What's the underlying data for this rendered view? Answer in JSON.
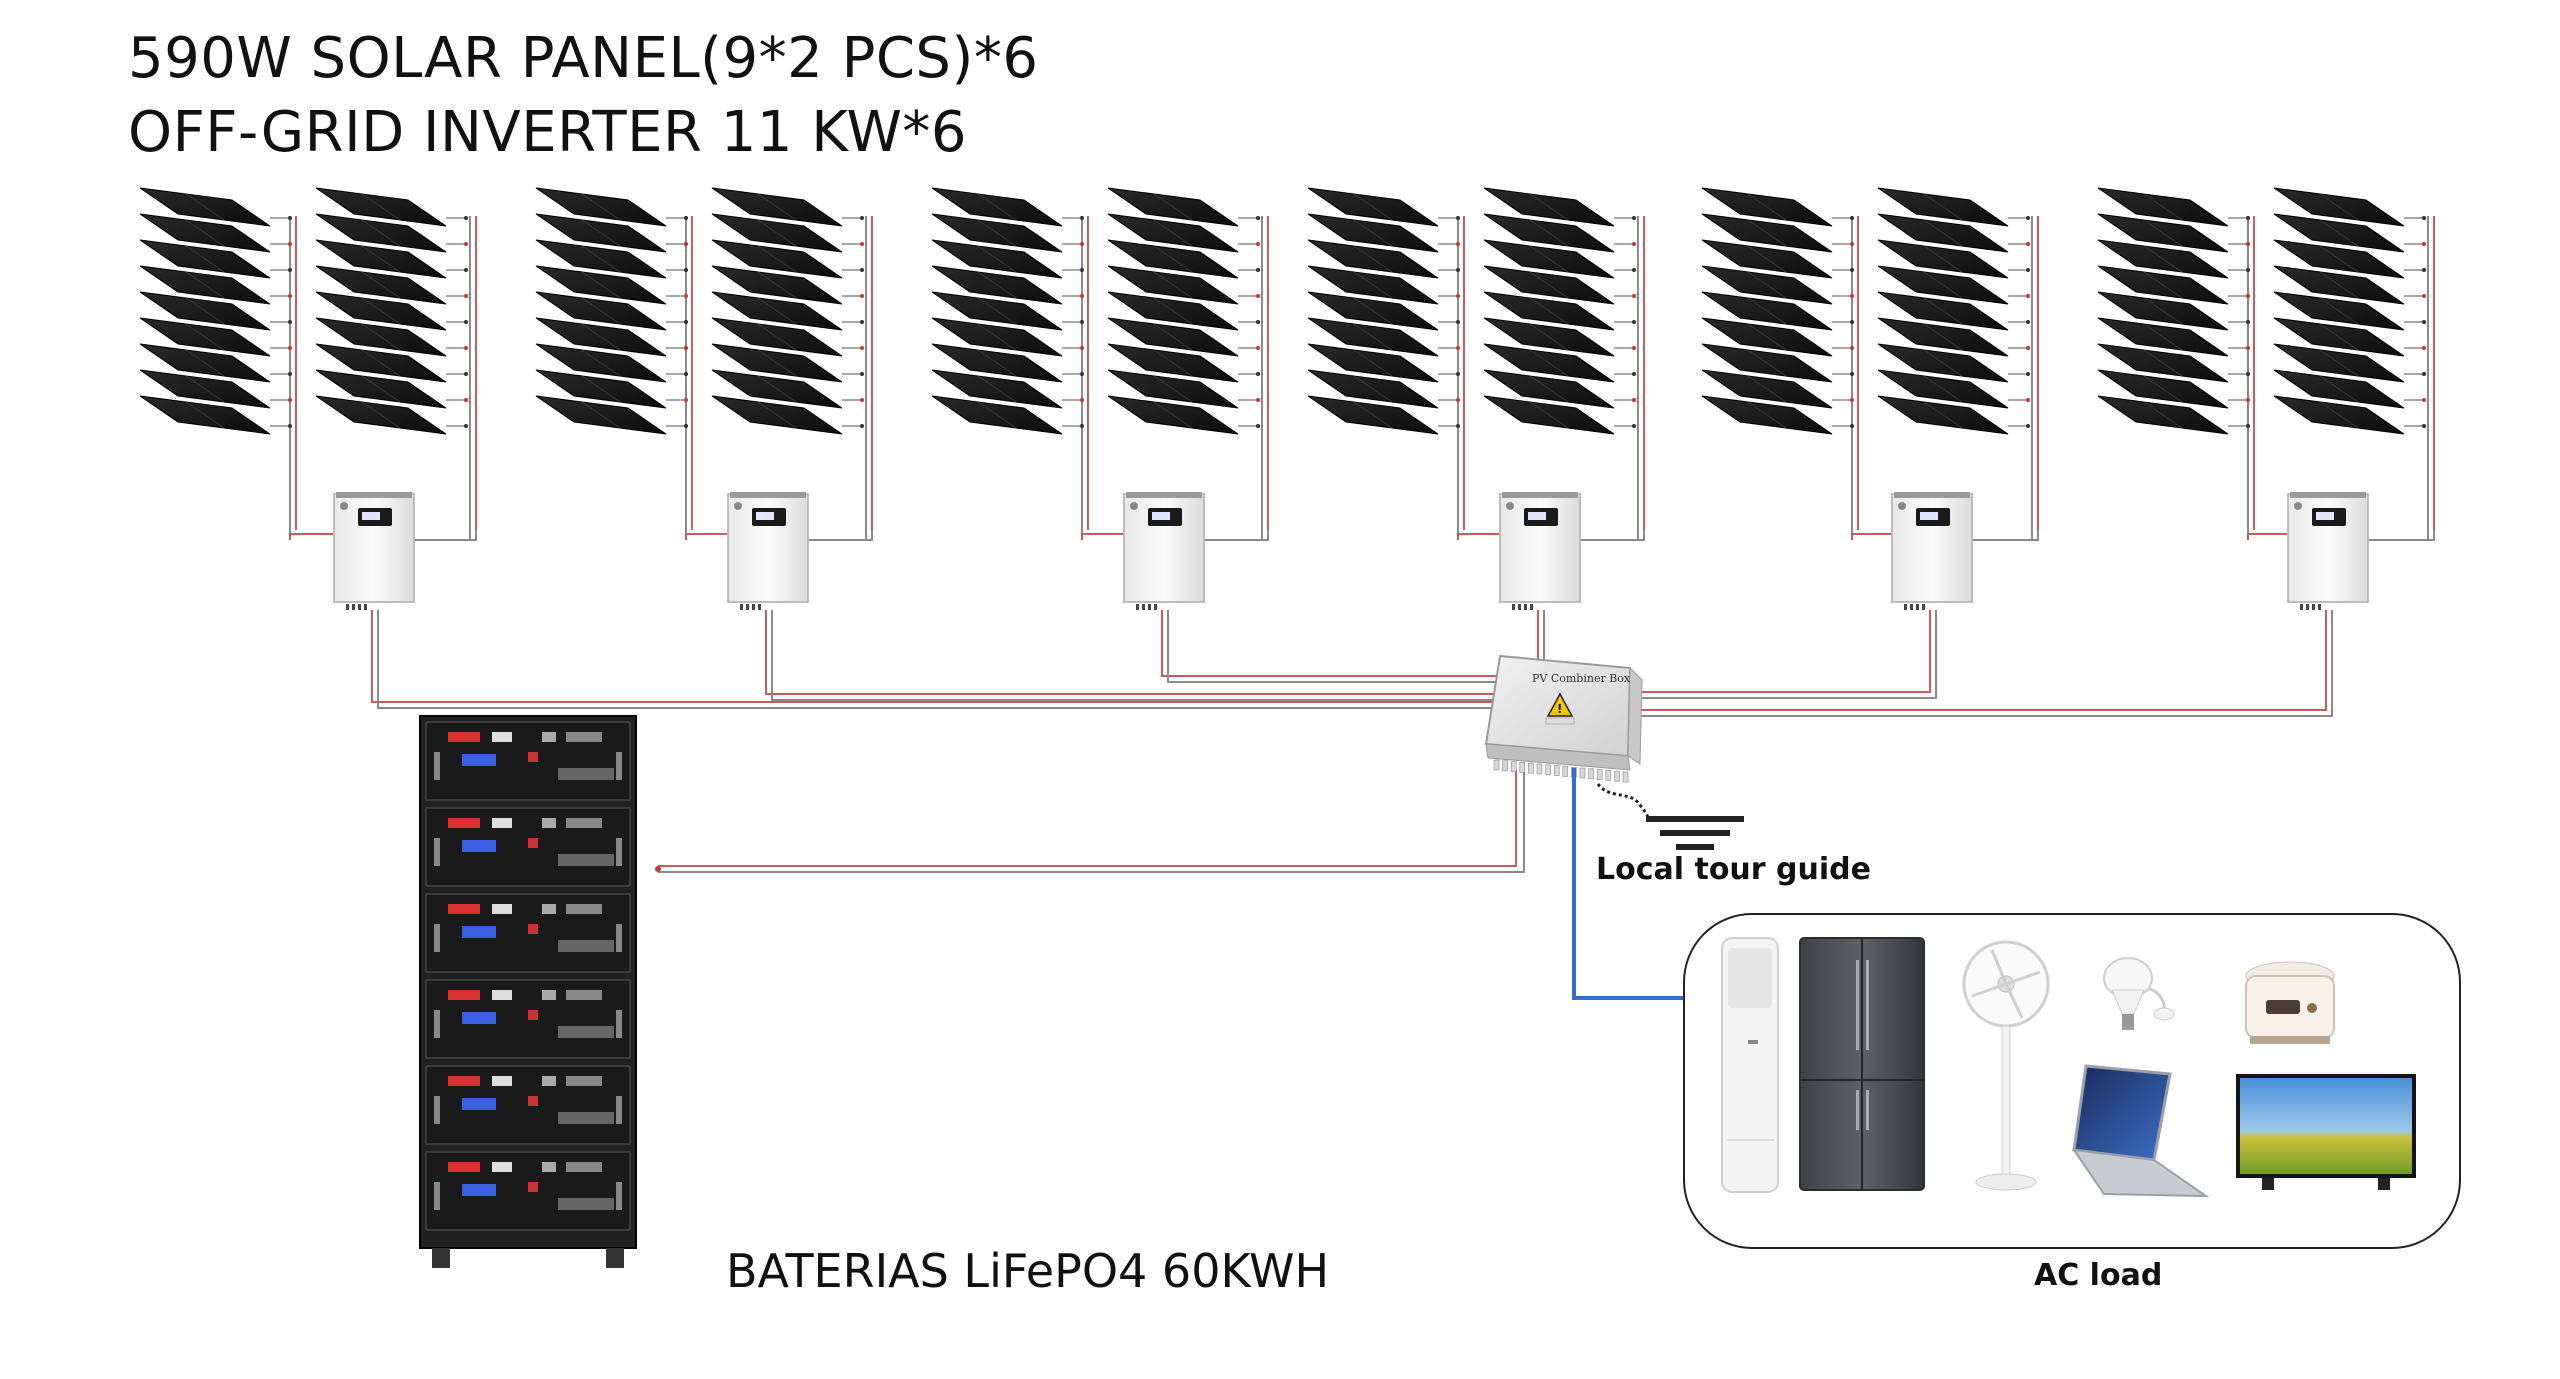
{
  "header": {
    "line1": "590W SOLAR PANEL(9*2 PCS)*6",
    "line2": "OFF-GRID INVERTER 11 KW*6"
  },
  "battery": {
    "label": "BATERIAS LiFePO4 60KWH",
    "modules": 6
  },
  "combiner": {
    "label": "PV Combiner Box"
  },
  "ground": {
    "label": "Local tour guide"
  },
  "load": {
    "label": "AC load",
    "devices": [
      "air-conditioner",
      "refrigerator",
      "fan",
      "light-bulb",
      "rice-cooker",
      "laptop",
      "television"
    ]
  },
  "system": {
    "solar_groups": 6,
    "panels_per_string": 9,
    "strings_per_group": 2
  },
  "colors": {
    "panel": "#151515",
    "wire_red": "#cc5a5a",
    "wire_gray": "#8a8a8a",
    "ac_line": "#2f6fd1",
    "inverter": "#f3f3f3",
    "battery": "#1a1a1a"
  }
}
